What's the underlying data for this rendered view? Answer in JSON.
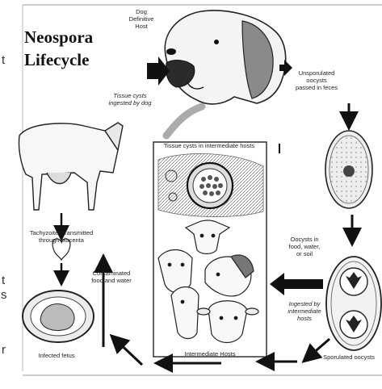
{
  "title": {
    "line1": "Neospora",
    "line2": "Lifecycle"
  },
  "edge_letters": [
    "t",
    "t",
    "s",
    "r"
  ],
  "labels": {
    "dog": [
      "Dog",
      "Definitive",
      "Host"
    ],
    "unsporulated": [
      "Unsporulated",
      "oocysts",
      "passed in feces"
    ],
    "tissue_cysts_dog": [
      "Tissue cysts",
      "ingested by dog"
    ],
    "tissue_cysts_hosts": "Tissue cysts in intermediate hosts",
    "tachyzoites": [
      "Tachyzoites transmitted",
      "through placenta"
    ],
    "contaminated": [
      "Contaminated",
      "food and water"
    ],
    "oocysts_food": [
      "Oocysts in",
      "food, water,",
      "or soil"
    ],
    "ingested": [
      "Ingested by",
      "intermediate",
      "hosts"
    ],
    "infected_fetus": "Infected fetus",
    "intermediate_hosts": "Intermediate Hosts",
    "sporulated": "Sporulated oocysts"
  }
}
